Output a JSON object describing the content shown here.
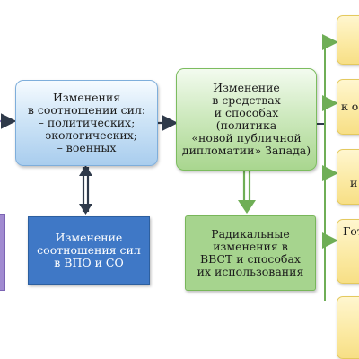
{
  "diagram": {
    "boxes": {
      "forces_change": "Изменения\nв соотношении сил:\n– политических;\n– экологических;\n– военных",
      "means_change": "Изменение\nв средствах\nи способах\n(политика\n«новой публичной\nдипломатии» Запада)",
      "balance_change": "Изменение\nсоотношения сил\nв ВПО и СО",
      "radical_change": "Радикальные\nизменения в\nВВСТ и способах\nих использования",
      "right_box_2_fragment": "к о",
      "right_box_3_fragment": "и",
      "right_box_4_fragment": "Гот"
    },
    "colors": {
      "blue_gradient_top": "#f6fbff",
      "blue_gradient_bottom": "#a9cdee",
      "blue_solid": "#3f78c6",
      "green_gradient_top": "#f3fbef",
      "green_gradient_bottom": "#a9d68f",
      "green_solid": "#a6d48e",
      "yellow_box": "#fbe9a1",
      "arrow_dark": "#2f3a4a",
      "arrow_green": "#6fae56",
      "purple_stub": "#a08ad0"
    }
  }
}
